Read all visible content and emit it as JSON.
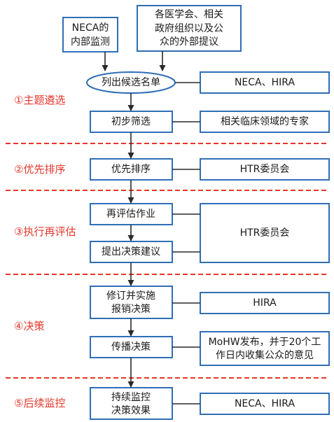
{
  "boxes": {
    "neca_internal": [
      "NECA的",
      "内部监测"
    ],
    "external": [
      "各医学会、相关",
      "政府组织以及公",
      "众的外部提议"
    ],
    "candidate_list": [
      "列出候选名单"
    ],
    "initial_screening": [
      "初步筛选"
    ],
    "priority_ranking": [
      "优先排序"
    ],
    "reassessment": [
      "再评估作业"
    ],
    "propose_decision": [
      "提出决策建议"
    ],
    "revise_implement": [
      "修订并实施",
      "报销决策"
    ],
    "disseminate": [
      "传播决策"
    ],
    "monitor": [
      "持续监控",
      "决策效果"
    ]
  },
  "side_boxes": {
    "neca_hira_1": [
      "NECA、HIRA"
    ],
    "clinical_experts": [
      "相关临床领域的专家"
    ],
    "htr_committee_1": [
      "HTR委员会"
    ],
    "htr_committee_2": [
      "HTR委员会"
    ],
    "hira": [
      "HIRA"
    ],
    "mohw": [
      "MoHW发布，并于20个工",
      "作日内收集公众的意见"
    ],
    "neca_hira_2": [
      "NECA、HIRA"
    ]
  },
  "stages": [
    "①主题遴选",
    "②优先排序",
    "③执行再评估",
    "④决策",
    "⑤后续监控"
  ],
  "colors": {
    "box_border": "#2f6eb5",
    "stage_text": "#e5362b",
    "separator": "#e5362b",
    "arrow": "#2a2a2a"
  }
}
